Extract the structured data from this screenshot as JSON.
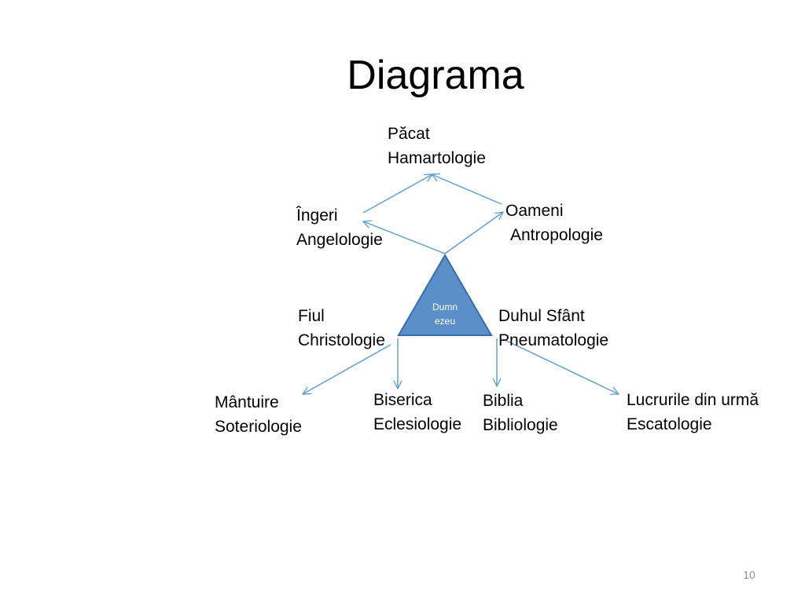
{
  "slide": {
    "title": "Diagrama",
    "page_number": "10"
  },
  "diagram": {
    "center": {
      "label": "Dumn ezeu",
      "line1": "Dumn",
      "line2": "ezeu",
      "fill": "#5b8fc9",
      "stroke": "#3a6ea8"
    },
    "arrow_color": "#5b9bd5",
    "nodes": {
      "pacat": {
        "line1": "Păcat",
        "line2": "Hamartologie"
      },
      "ingeri": {
        "line1": "Îngeri",
        "line2": "Angelologie"
      },
      "oameni": {
        "line1": "Oameni",
        "line2": "Antropologie"
      },
      "fiul": {
        "line1": "Fiul",
        "line2": "Christologie"
      },
      "duhul": {
        "line1": "Duhul Sfânt",
        "line2": "Pneumatologie"
      },
      "mantuire": {
        "line1": "Mântuire",
        "line2": "Soteriologie"
      },
      "biserica": {
        "line1": "Biserica",
        "line2": "Eclesiologie"
      },
      "biblia": {
        "line1": "Biblia",
        "line2": "Bibliologie"
      },
      "lucrurile": {
        "line1": "Lucrurile din urmă",
        "line2": "Escatologie"
      }
    },
    "edges": [
      {
        "from": "dumnezeu",
        "to": "ingeri"
      },
      {
        "from": "dumnezeu",
        "to": "oameni"
      },
      {
        "from": "ingeri",
        "to": "pacat"
      },
      {
        "from": "oameni",
        "to": "pacat"
      },
      {
        "from": "fiul",
        "to": "mantuire"
      },
      {
        "from": "fiul",
        "to": "biserica"
      },
      {
        "from": "duhul",
        "to": "biblia"
      },
      {
        "from": "duhul",
        "to": "lucrurile"
      }
    ]
  }
}
